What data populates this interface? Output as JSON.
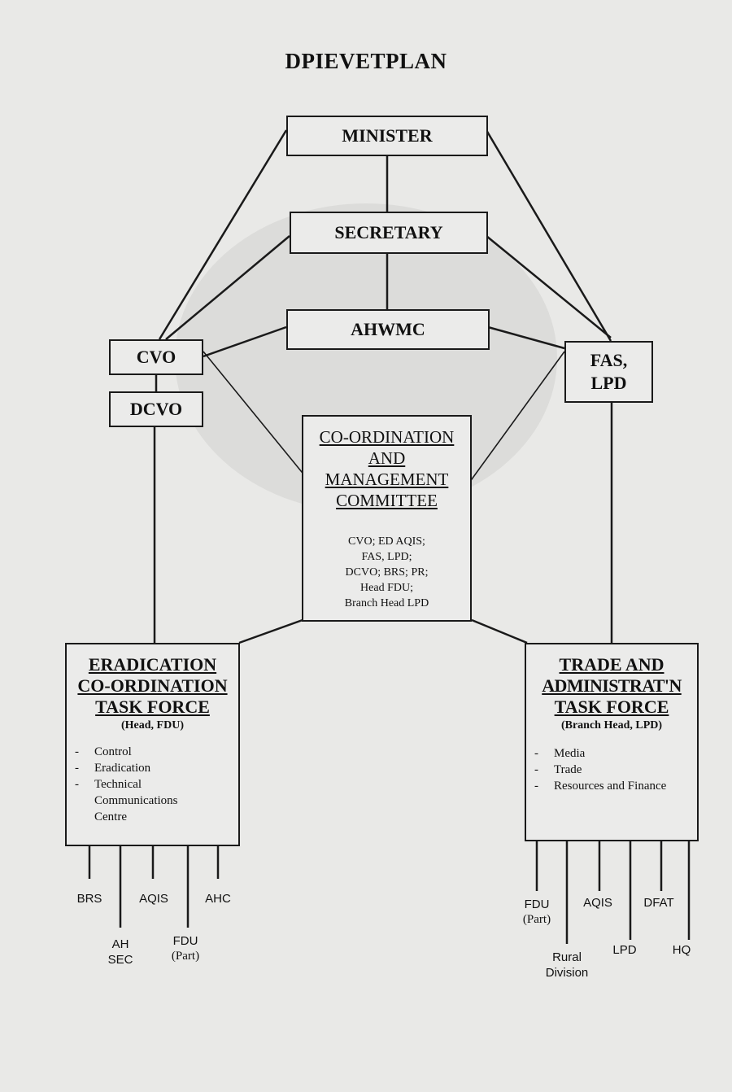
{
  "title": "DPIEVETPLAN",
  "boxes": {
    "minister": "MINISTER",
    "secretary": "SECRETARY",
    "ahwmc": "AHWMC",
    "cvo": "CVO",
    "dcvo": "DCVO",
    "fas_lpd": [
      "FAS,",
      "LPD"
    ]
  },
  "committee": {
    "title_lines": [
      "CO-ORDINATION",
      "AND",
      "MANAGEMENT",
      "COMMITTEE"
    ],
    "members": [
      "CVO; ED AQIS;",
      "FAS, LPD;",
      "DCVO; BRS; PR;",
      "Head FDU;",
      "Branch Head LPD"
    ]
  },
  "eradication": {
    "title_lines": [
      "ERADICATION",
      "CO-ORDINATION",
      "TASK FORCE"
    ],
    "head": "(Head, FDU)",
    "items": [
      "Control",
      "Eradication",
      "Technical Communications Centre"
    ],
    "units": [
      {
        "line1": "BRS",
        "line2": ""
      },
      {
        "line1": "AH",
        "line2": "SEC"
      },
      {
        "line1": "AQIS",
        "line2": ""
      },
      {
        "line1": "FDU",
        "line2": "(Part)"
      },
      {
        "line1": "AHC",
        "line2": ""
      }
    ]
  },
  "trade": {
    "title_lines": [
      "TRADE AND",
      "ADMINISTRAT'N",
      "TASK FORCE"
    ],
    "head": "(Branch Head, LPD)",
    "items": [
      "Media",
      "Trade",
      "Resources and Finance"
    ],
    "units": [
      {
        "line1": "FDU",
        "line2": "(Part)"
      },
      {
        "line1": "Rural",
        "line2": "Division"
      },
      {
        "line1": "AQIS",
        "line2": ""
      },
      {
        "line1": "LPD",
        "line2": ""
      },
      {
        "line1": "DFAT",
        "line2": ""
      },
      {
        "line1": "HQ",
        "line2": ""
      }
    ]
  }
}
